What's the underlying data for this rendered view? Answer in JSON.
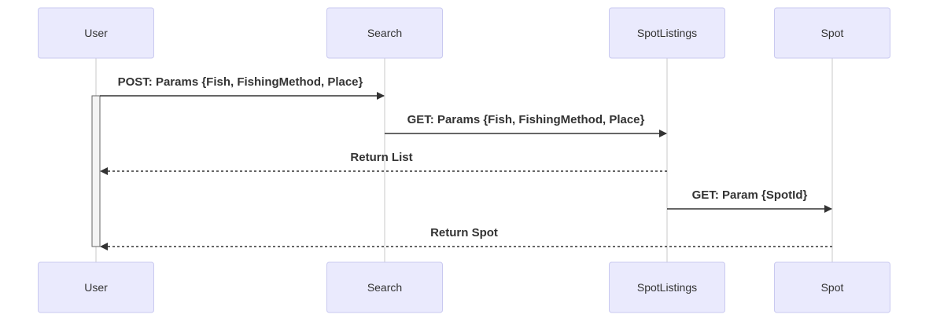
{
  "participants": [
    {
      "id": "user",
      "label": "User"
    },
    {
      "id": "search",
      "label": "Search"
    },
    {
      "id": "spotlistings",
      "label": "SpotListings"
    },
    {
      "id": "spot",
      "label": "Spot"
    }
  ],
  "messages": [
    {
      "from": "user",
      "to": "search",
      "label": "POST: Params {Fish, FishingMethod, Place}",
      "style": "solid"
    },
    {
      "from": "search",
      "to": "spotlistings",
      "label": "GET: Params {Fish, FishingMethod, Place}",
      "style": "solid"
    },
    {
      "from": "spotlistings",
      "to": "user",
      "label": "Return List",
      "style": "dashed"
    },
    {
      "from": "spotlistings",
      "to": "spot",
      "label": "GET: Param {SpotId}",
      "style": "solid"
    },
    {
      "from": "spot",
      "to": "user",
      "label": "Return Spot",
      "style": "dashed"
    }
  ],
  "activation": {
    "participant": "user",
    "from_message": 0,
    "to_message": 4
  },
  "colors": {
    "actor_fill": "#eaeafd",
    "actor_border": "#c9c9f0",
    "lifeline": "#c8c8c8",
    "arrow": "#333333"
  }
}
